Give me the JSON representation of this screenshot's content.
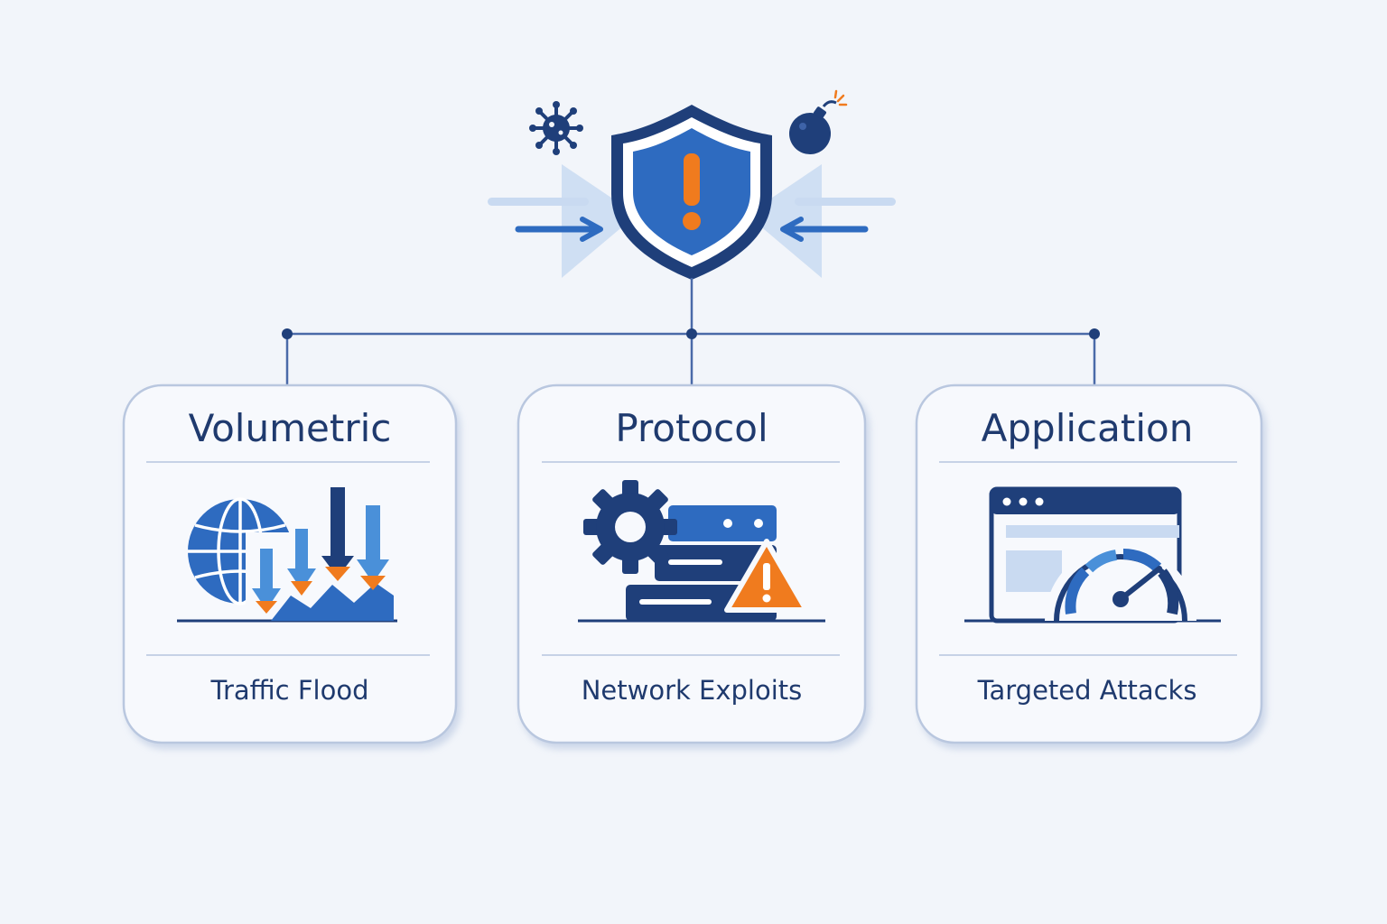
{
  "colors": {
    "navy": "#1f3f7a",
    "blue": "#2e6bc0",
    "light_blue": "#4a90d9",
    "pale_blue": "#c9daf1",
    "orange": "#f07b1e",
    "line": "#4a6aa8",
    "card_border": "#b9c7df",
    "background": "#f2f5fa"
  },
  "center": {
    "shield_icon": "shield-alert-icon",
    "threat_icons": [
      "virus-icon",
      "bomb-icon"
    ]
  },
  "cards": [
    {
      "title": "Volumetric",
      "subtitle": "Traffic Flood",
      "icon": "globe-traffic-down-icon"
    },
    {
      "title": "Protocol",
      "subtitle": "Network Exploits",
      "icon": "gear-server-warning-icon"
    },
    {
      "title": "Application",
      "subtitle": "Targeted Attacks",
      "icon": "browser-speedometer-icon"
    }
  ]
}
